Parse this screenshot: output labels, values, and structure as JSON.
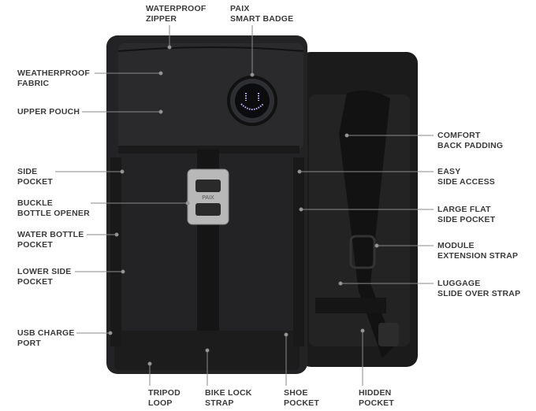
{
  "labels": {
    "waterproof_zipper": [
      "WATERPROOF",
      "ZIPPER"
    ],
    "smart_badge": [
      "PAIX",
      "SMART BADGE"
    ],
    "weatherproof_fabric": [
      "WEATHERPROOF",
      "FABRIC"
    ],
    "upper_pouch": [
      "UPPER POUCH"
    ],
    "side_pocket": [
      "SIDE",
      "POCKET"
    ],
    "buckle": [
      "BUCKLE",
      "BOTTLE OPENER"
    ],
    "water_bottle": [
      "WATER BOTTLE",
      "POCKET"
    ],
    "lower_side": [
      "LOWER SIDE",
      "POCKET"
    ],
    "usb": [
      "USB CHARGE",
      "PORT"
    ],
    "tripod": [
      "TRIPOD",
      "LOOP"
    ],
    "bike_lock": [
      "BIKE LOCK",
      "STRAP"
    ],
    "shoe": [
      "SHOE",
      "POCKET"
    ],
    "hidden": [
      "HIDDEN",
      "POCKET"
    ],
    "comfort": [
      "COMFORT",
      "BACK PADDING"
    ],
    "easy": [
      "EASY",
      "SIDE ACCESS"
    ],
    "large_flat": [
      "LARGE FLAT",
      "SIDE POCKET"
    ],
    "module": [
      "MODULE",
      "EXTENSION STRAP"
    ],
    "luggage": [
      "LUGGAGE",
      "SLIDE OVER STRAP"
    ]
  },
  "buckle_text": "PAIX"
}
